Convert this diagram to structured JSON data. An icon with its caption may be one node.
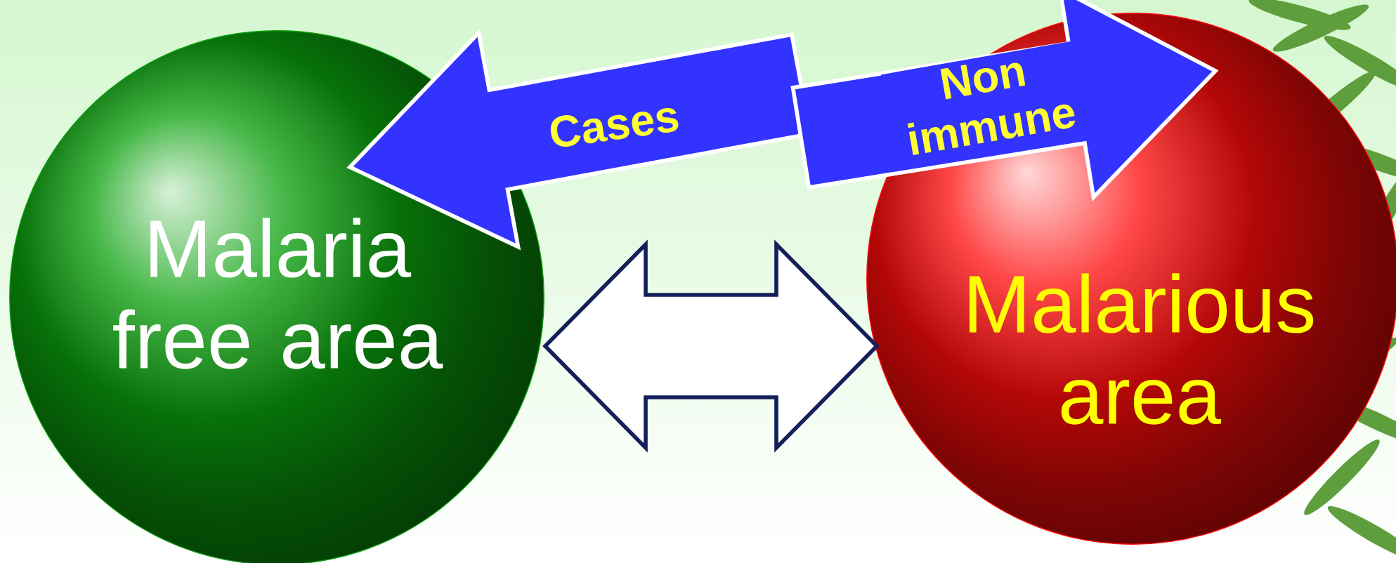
{
  "diagram": {
    "nodes": [
      {
        "text": [
          "Malaria free area"
        ]
      },
      {
        "text": [
          "Malarious area"
        ]
      }
    ],
    "edges": [
      {
        "from": 1,
        "to": 0,
        "arrow": "to",
        "label": "Cases"
      },
      {
        "from": 0,
        "to": 1,
        "arrow": "to",
        "label": "Non immune"
      },
      {
        "from": 0,
        "to": 1,
        "arrow": "both",
        "color": "#ffffff"
      }
    ]
  }
}
